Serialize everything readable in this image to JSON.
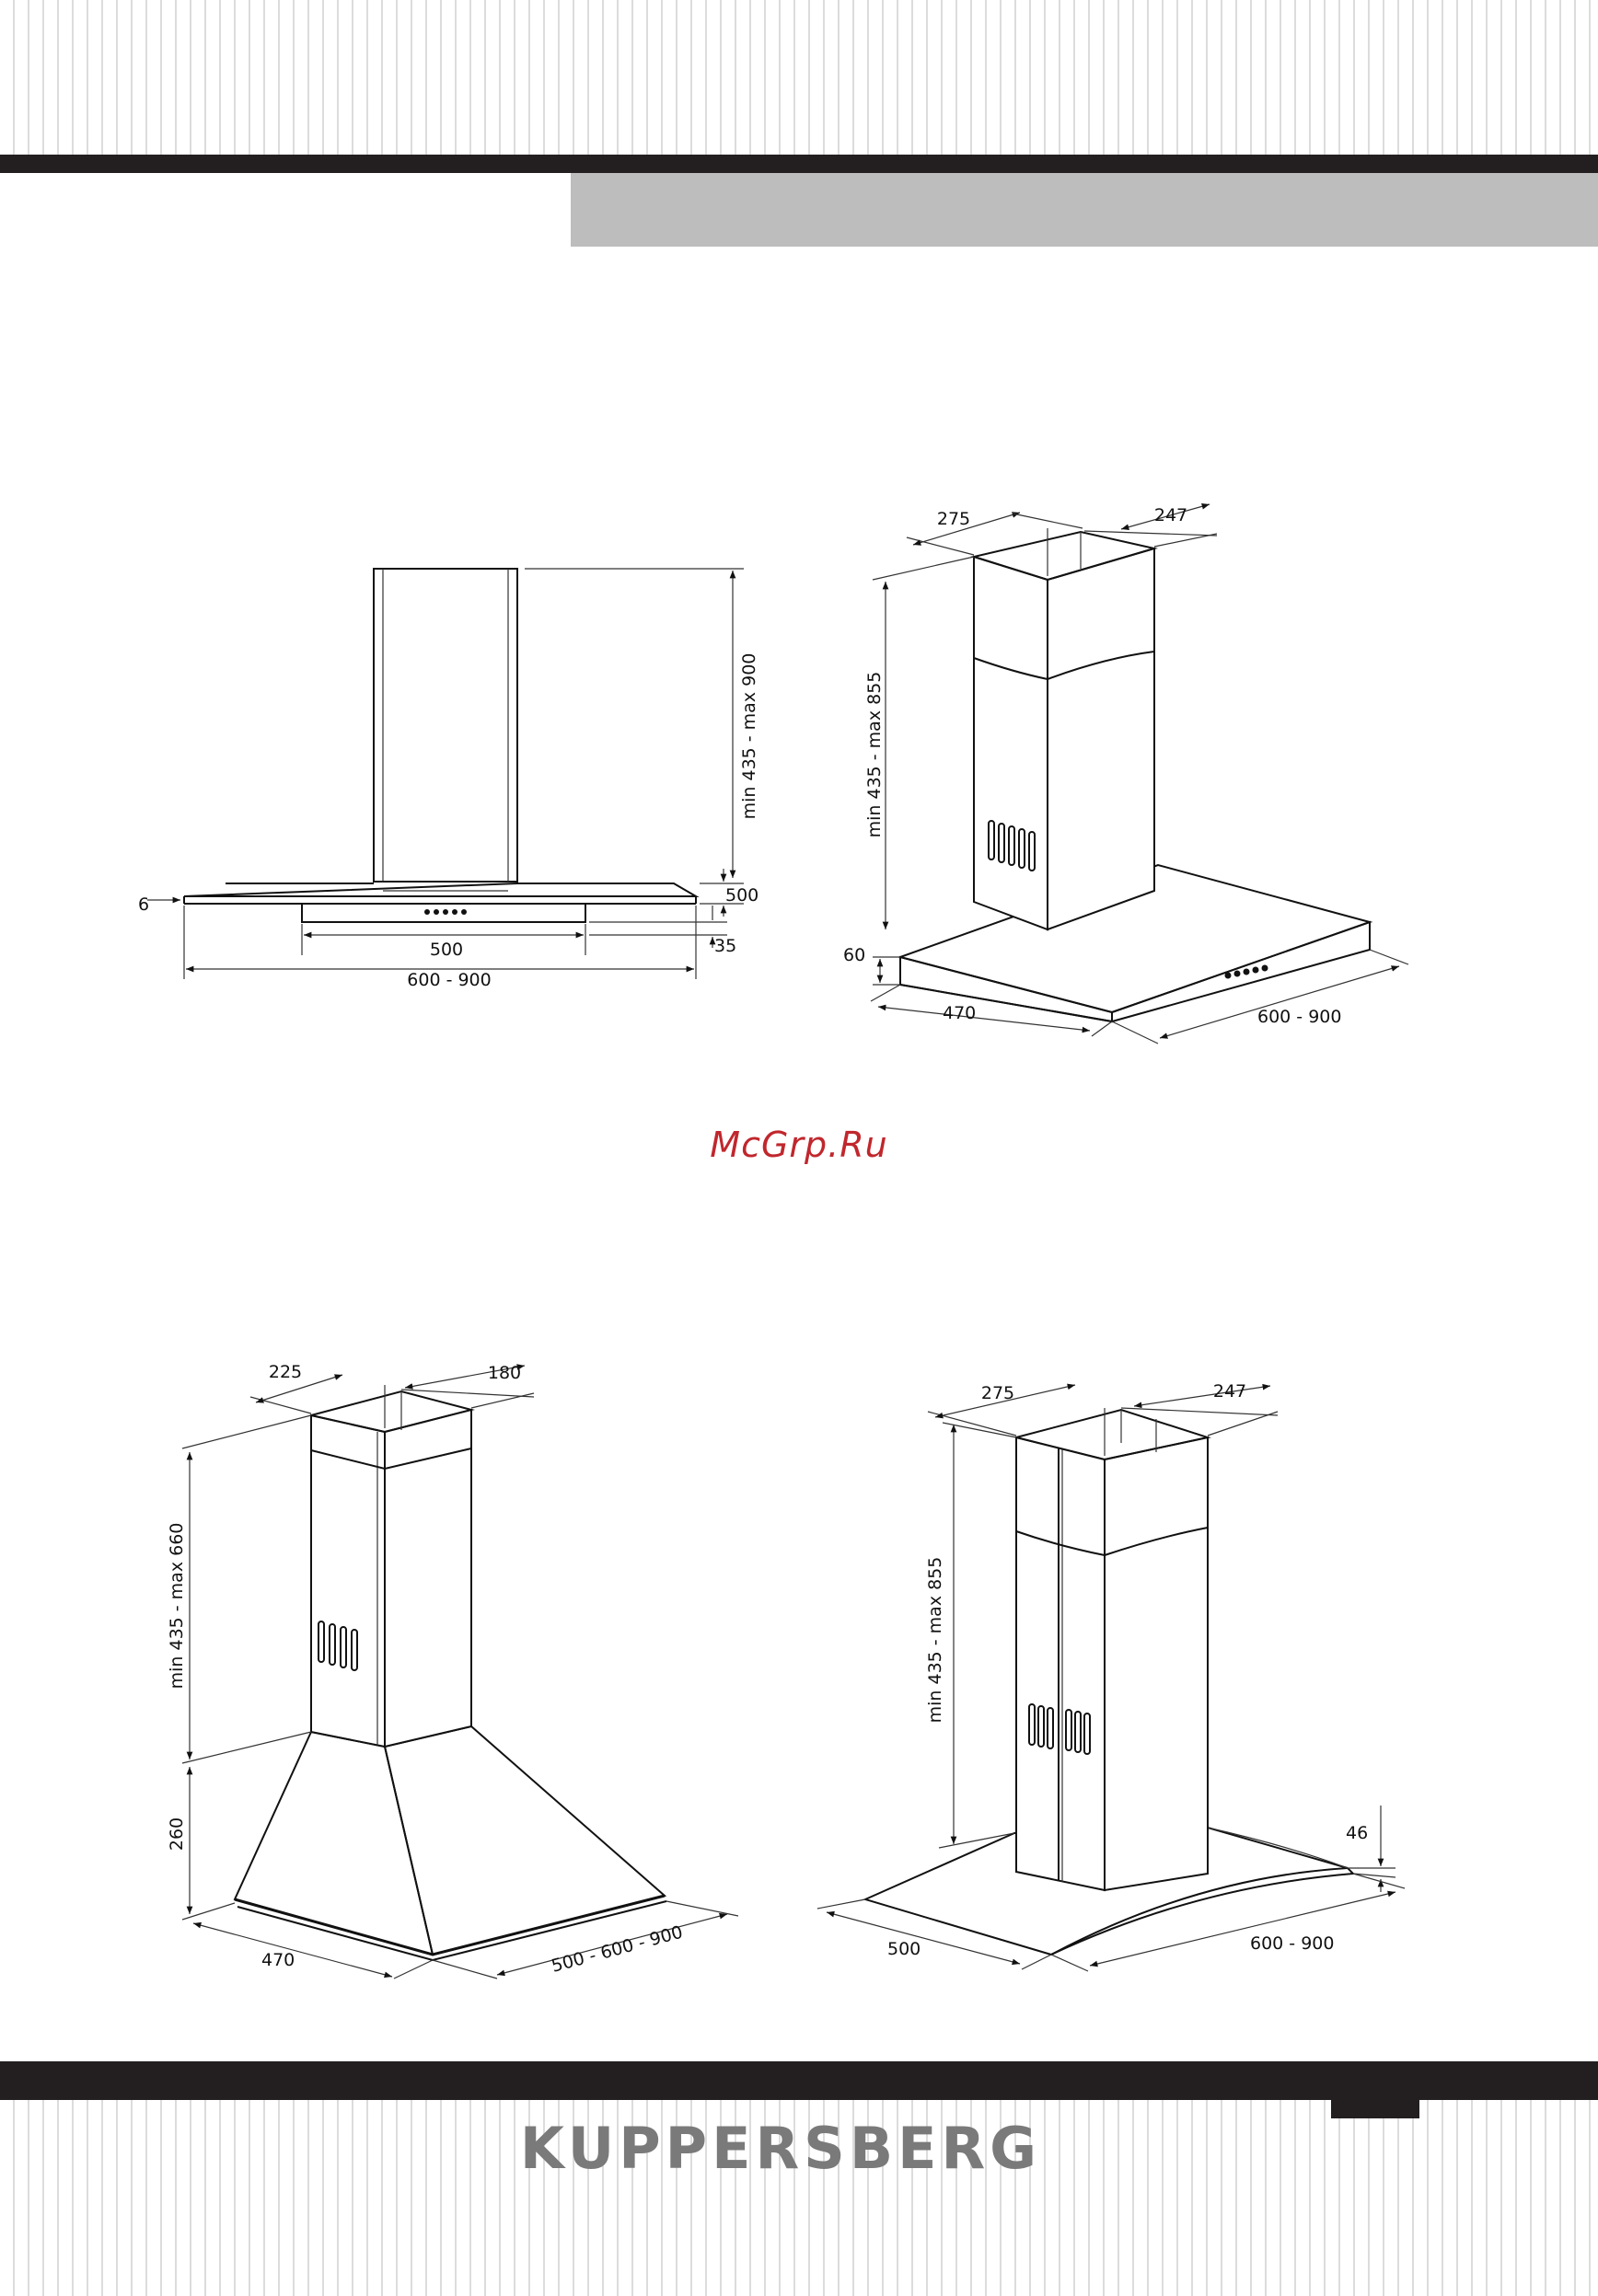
{
  "brand": "KUPPERSBERG",
  "watermark": "McGrp.Ru",
  "diagrams": [
    {
      "id": "hood-1",
      "dims": {
        "height": "min 435 - max 900",
        "glass_thickness": "6",
        "depth": "500",
        "body_height": "35",
        "inner_width": "500",
        "width": "600 - 900"
      }
    },
    {
      "id": "hood-2",
      "dims": {
        "chimney_width": "275",
        "chimney_depth": "247",
        "height": "min 435 - max 855",
        "body_height": "60",
        "depth": "470",
        "width": "600 - 900"
      }
    },
    {
      "id": "hood-3",
      "dims": {
        "chimney_width": "225",
        "chimney_depth": "180",
        "height": "min 435 - max 660",
        "canopy_height": "260",
        "depth": "470",
        "width": "500 - 600 - 900"
      }
    },
    {
      "id": "hood-4",
      "dims": {
        "chimney_width": "275",
        "chimney_depth": "247",
        "height": "min 435 - max 855",
        "glass_height": "46",
        "depth": "500",
        "width": "600 - 900"
      }
    }
  ]
}
